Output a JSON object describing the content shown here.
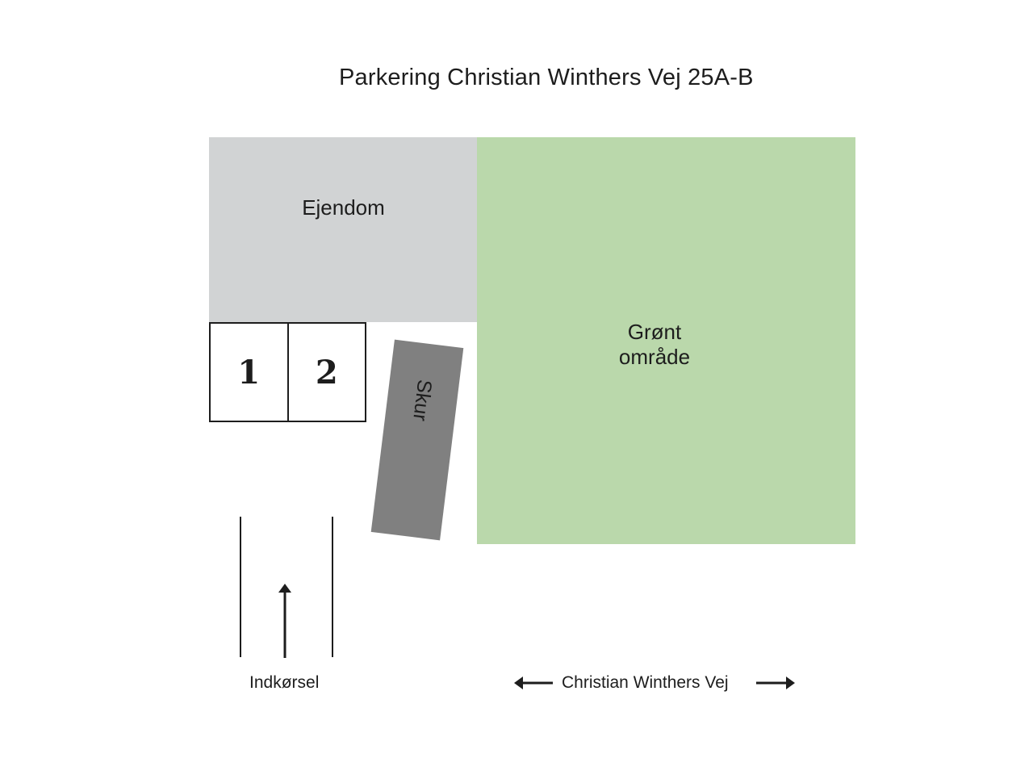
{
  "title": "Parkering Christian Winthers Vej 25A-B",
  "areas": {
    "property": {
      "label": "Ejendom",
      "color": "#d1d3d4"
    },
    "green_area": {
      "label_line1": "Grønt",
      "label_line2": "område",
      "color": "#bad8ab"
    },
    "shed": {
      "label": "Skur",
      "color": "#808080"
    }
  },
  "parking_spots": [
    {
      "number": "1"
    },
    {
      "number": "2"
    }
  ],
  "entrance": {
    "label": "Indkørsel"
  },
  "street": {
    "label": "Christian Winthers Vej"
  },
  "icons": {
    "entrance_arrow": "arrow-up",
    "street_left": "arrow-left",
    "street_right": "arrow-right"
  }
}
